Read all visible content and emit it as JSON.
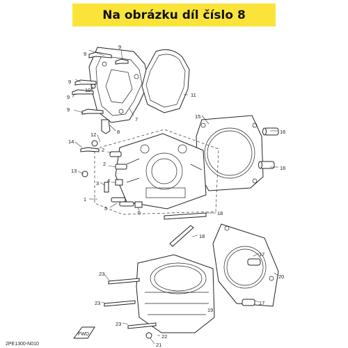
{
  "banner": {
    "text": "Na obrázku díl číslo 8",
    "color": "#fbe43a"
  },
  "diagram_code": "2PE1300-N010",
  "fwd_label": "FWD",
  "callouts": {
    "c9a": "9",
    "c9b": "9",
    "c9c": "9",
    "c9d": "9",
    "c9e": "9",
    "c10": "10",
    "c7": "7",
    "c8": "8",
    "c11": "11",
    "c12": "12",
    "c15": "15",
    "c16a": "16",
    "c16b": "16",
    "c14": "14",
    "c2a": "2",
    "c2b": "2",
    "c13": "13",
    "c3": "3",
    "c4": "4",
    "c5": "5",
    "c6": "6",
    "c1": "1",
    "c18a": "18",
    "c18b": "18",
    "c17a": "17",
    "c17b": "17",
    "c20": "20",
    "c23a": "23",
    "c23b": "23",
    "c23c": "23",
    "c19": "19",
    "c22": "22",
    "c21": "21"
  }
}
